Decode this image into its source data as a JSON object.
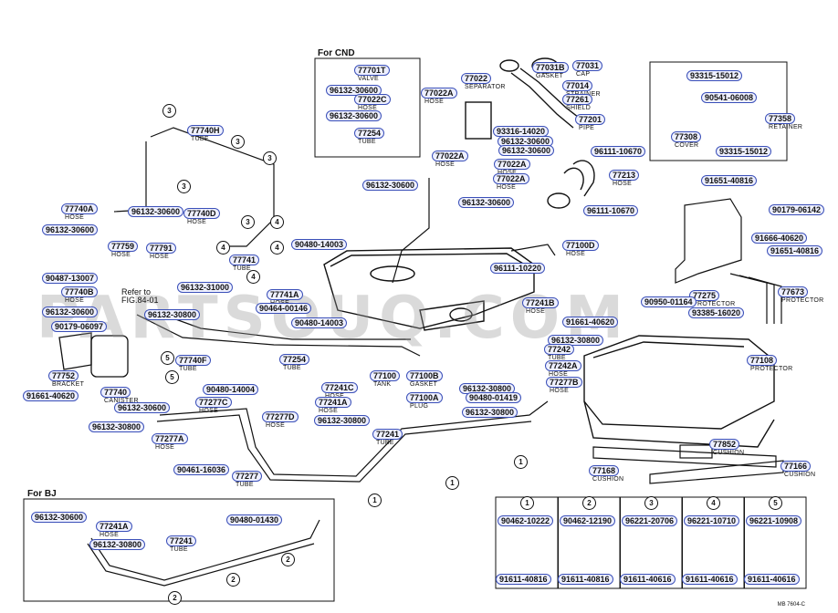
{
  "watermark": "PARTSOUQ.COM",
  "sections": {
    "cnd": "For CND",
    "bj": "For BJ"
  },
  "refer": {
    "line1": "Refer to",
    "line2": "FIG.84-01"
  },
  "drawing_code": "MB 7604-C",
  "parts": [
    {
      "id": "p1",
      "num": "77701T",
      "name": "VALVE"
    },
    {
      "id": "p2",
      "num": "96132-30600",
      "name": ""
    },
    {
      "id": "p3",
      "num": "77022C",
      "name": "HOSE"
    },
    {
      "id": "p4",
      "num": "96132-30600",
      "name": ""
    },
    {
      "id": "p5",
      "num": "77254",
      "name": "TUBE"
    },
    {
      "id": "p6",
      "num": "77022",
      "name": "SEPARATOR"
    },
    {
      "id": "p7",
      "num": "77022A",
      "name": "HOSE"
    },
    {
      "id": "p8",
      "num": "77031B",
      "name": "GASKET"
    },
    {
      "id": "p9",
      "num": "77031",
      "name": "CAP"
    },
    {
      "id": "p10",
      "num": "77014",
      "name": "STRAINER"
    },
    {
      "id": "p11",
      "num": "77261",
      "name": "SHIELD"
    },
    {
      "id": "p12",
      "num": "77201",
      "name": "PIPE"
    },
    {
      "id": "p13",
      "num": "93316-14020",
      "name": ""
    },
    {
      "id": "p14",
      "num": "96132-30600",
      "name": ""
    },
    {
      "id": "p15",
      "num": "96132-30600",
      "name": ""
    },
    {
      "id": "p16",
      "num": "96111-10670",
      "name": ""
    },
    {
      "id": "p17",
      "num": "77022A",
      "name": "HOSE"
    },
    {
      "id": "p18",
      "num": "77022A",
      "name": "HOSE"
    },
    {
      "id": "p19",
      "num": "77022A",
      "name": "HOSE"
    },
    {
      "id": "p20",
      "num": "96132-30600",
      "name": ""
    },
    {
      "id": "p21",
      "num": "96132-30600",
      "name": ""
    },
    {
      "id": "p22",
      "num": "77213",
      "name": "HOSE"
    },
    {
      "id": "p23",
      "num": "96111-10670",
      "name": ""
    },
    {
      "id": "p24",
      "num": "93315-15012",
      "name": ""
    },
    {
      "id": "p25",
      "num": "90541-06008",
      "name": ""
    },
    {
      "id": "p26",
      "num": "77358",
      "name": "RETAINER"
    },
    {
      "id": "p27",
      "num": "77308",
      "name": "COVER"
    },
    {
      "id": "p28",
      "num": "93315-15012",
      "name": ""
    },
    {
      "id": "p29",
      "num": "77740H",
      "name": "TUBE"
    },
    {
      "id": "p30",
      "num": "77740A",
      "name": "HOSE"
    },
    {
      "id": "p31",
      "num": "96132-30600",
      "name": ""
    },
    {
      "id": "p32",
      "num": "77740D",
      "name": "HOSE"
    },
    {
      "id": "p33",
      "num": "96132-30600",
      "name": ""
    },
    {
      "id": "p34",
      "num": "77759",
      "name": "HOSE"
    },
    {
      "id": "p35",
      "num": "77791",
      "name": "HOSE"
    },
    {
      "id": "p36",
      "num": "77741",
      "name": "TUBE"
    },
    {
      "id": "p37",
      "num": "90480-14003",
      "name": ""
    },
    {
      "id": "p38",
      "num": "77100D",
      "name": "HOSE"
    },
    {
      "id": "p39",
      "num": "96111-10220",
      "name": ""
    },
    {
      "id": "p40",
      "num": "91651-40816",
      "name": ""
    },
    {
      "id": "p41",
      "num": "90179-06142",
      "name": ""
    },
    {
      "id": "p42",
      "num": "91666-40620",
      "name": ""
    },
    {
      "id": "p43",
      "num": "91651-40816",
      "name": ""
    },
    {
      "id": "p44",
      "num": "90487-13007",
      "name": ""
    },
    {
      "id": "p45",
      "num": "77740B",
      "name": "HOSE"
    },
    {
      "id": "p46",
      "num": "96132-31000",
      "name": ""
    },
    {
      "id": "p47",
      "num": "77741A",
      "name": "HOSE"
    },
    {
      "id": "p48",
      "num": "90464-00146",
      "name": ""
    },
    {
      "id": "p49",
      "num": "96132-30600",
      "name": ""
    },
    {
      "id": "p50",
      "num": "96132-30800",
      "name": ""
    },
    {
      "id": "p51",
      "num": "90480-14003",
      "name": ""
    },
    {
      "id": "p52",
      "num": "77275",
      "name": "PROTECTOR"
    },
    {
      "id": "p53",
      "num": "77673",
      "name": "PROTECTOR"
    },
    {
      "id": "p54",
      "num": "90950-01164",
      "name": ""
    },
    {
      "id": "p55",
      "num": "93385-16020",
      "name": ""
    },
    {
      "id": "p56",
      "num": "90179-06097",
      "name": ""
    },
    {
      "id": "p57",
      "num": "77241B",
      "name": "HOSE"
    },
    {
      "id": "p58",
      "num": "91661-40620",
      "name": ""
    },
    {
      "id": "p59",
      "num": "96132-30800",
      "name": ""
    },
    {
      "id": "p60",
      "num": "77242",
      "name": "TUBE"
    },
    {
      "id": "p61",
      "num": "77254",
      "name": "TUBE"
    },
    {
      "id": "p62",
      "num": "77740F",
      "name": "TUBE"
    },
    {
      "id": "p63",
      "num": "77752",
      "name": "BRACKET"
    },
    {
      "id": "p64",
      "num": "77100",
      "name": "TANK"
    },
    {
      "id": "p65",
      "num": "77100B",
      "name": "GASKET"
    },
    {
      "id": "p66",
      "num": "77242A",
      "name": "HOSE"
    },
    {
      "id": "p67",
      "num": "77108",
      "name": "PROTECTOR"
    },
    {
      "id": "p68",
      "num": "96132-30800",
      "name": ""
    },
    {
      "id": "p69",
      "num": "77277B",
      "name": "HOSE"
    },
    {
      "id": "p70",
      "num": "90480-14004",
      "name": ""
    },
    {
      "id": "p71",
      "num": "77241C",
      "name": "HOSE"
    },
    {
      "id": "p72",
      "num": "91661-40620",
      "name": ""
    },
    {
      "id": "p73",
      "num": "77740",
      "name": "CANISTER"
    },
    {
      "id": "p74",
      "num": "77100A",
      "name": "PLUG"
    },
    {
      "id": "p75",
      "num": "90480-01419",
      "name": ""
    },
    {
      "id": "p76",
      "num": "96132-30800",
      "name": ""
    },
    {
      "id": "p77",
      "num": "77277C",
      "name": "HOSE"
    },
    {
      "id": "p78",
      "num": "77241A",
      "name": "HOSE"
    },
    {
      "id": "p79",
      "num": "96132-30600",
      "name": ""
    },
    {
      "id": "p80",
      "num": "96132-30800",
      "name": ""
    },
    {
      "id": "p81",
      "num": "77277D",
      "name": "HOSE"
    },
    {
      "id": "p82",
      "num": "96132-30800",
      "name": ""
    },
    {
      "id": "p83",
      "num": "77277A",
      "name": "HOSE"
    },
    {
      "id": "p84",
      "num": "77241",
      "name": "TUBE"
    },
    {
      "id": "p85",
      "num": "77852",
      "name": "CUSHION"
    },
    {
      "id": "p86",
      "num": "90461-16036",
      "name": ""
    },
    {
      "id": "p87",
      "num": "77277",
      "name": "TUBE"
    },
    {
      "id": "p88",
      "num": "77168",
      "name": "CUSHION"
    },
    {
      "id": "p89",
      "num": "77166",
      "name": "CUSHION"
    },
    {
      "id": "p90",
      "num": "96132-30600",
      "name": ""
    },
    {
      "id": "p91",
      "num": "77241A",
      "name": "HOSE"
    },
    {
      "id": "p92",
      "num": "90480-01430",
      "name": ""
    },
    {
      "id": "p93",
      "num": "96132-30800",
      "name": ""
    },
    {
      "id": "p94",
      "num": "77241",
      "name": "TUBE"
    }
  ],
  "callouts": [
    "1",
    "2",
    "3",
    "4",
    "5"
  ],
  "legend": [
    {
      "n": "1",
      "top": "90462-10222",
      "bottom": "91611-40816"
    },
    {
      "n": "2",
      "top": "90462-12190",
      "bottom": "91611-40816"
    },
    {
      "n": "3",
      "top": "96221-20706",
      "bottom": "91611-40616"
    },
    {
      "n": "4",
      "top": "96221-10710",
      "bottom": "91611-40616"
    },
    {
      "n": "5",
      "top": "96221-10908",
      "bottom": "91611-40616"
    }
  ]
}
